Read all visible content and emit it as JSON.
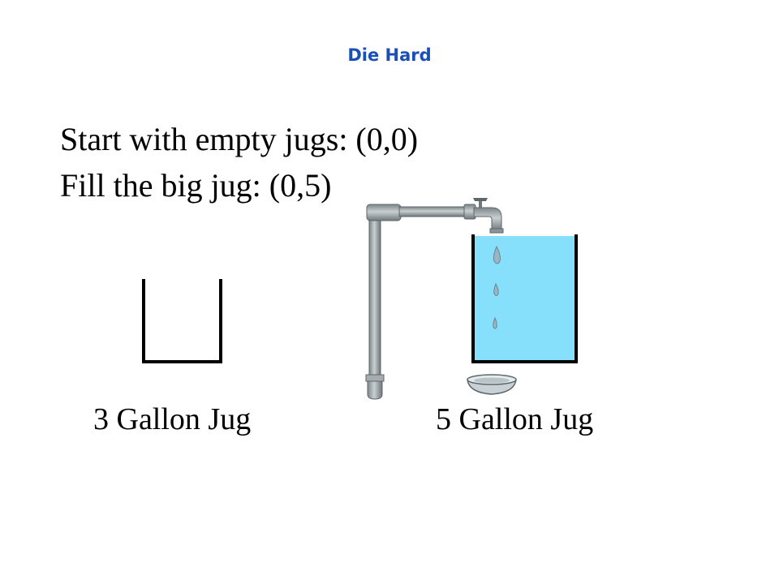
{
  "slide": {
    "title": "Die Hard",
    "lines": [
      "Start with empty jugs: (0,0)",
      "Fill the big jug: (0,5)"
    ]
  },
  "jugs": [
    {
      "label": "3 Gallon Jug",
      "capacity": 3,
      "contents": 0
    },
    {
      "label": "5 Gallon Jug",
      "capacity": 5,
      "contents": 5
    }
  ],
  "colors": {
    "title": "#1a4fb5",
    "water": "#86e0fb",
    "pipe": "#9aa3a6"
  },
  "icons": [
    "water-pipe-icon",
    "faucet-icon",
    "water-drop-icon",
    "bowl-icon"
  ]
}
